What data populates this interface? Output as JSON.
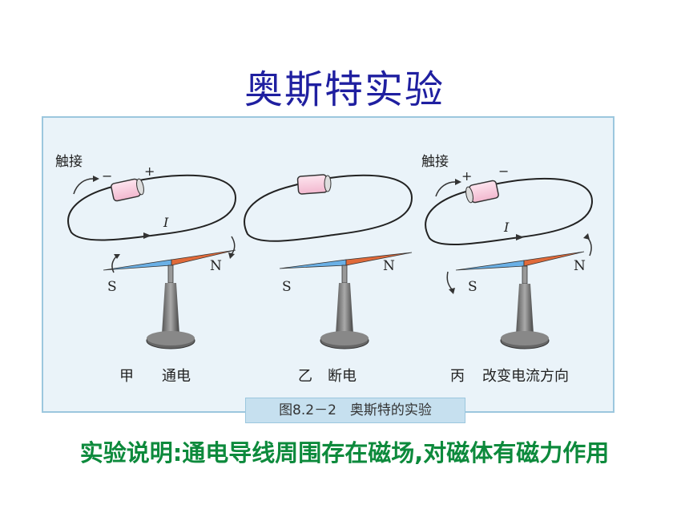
{
  "title": "奥斯特实验",
  "figure": {
    "panels": [
      {
        "top_label": "触接",
        "sign_left": "−",
        "sign_right": "+",
        "current": "I",
        "pole_s": "S",
        "pole_n": "N",
        "tag": "甲",
        "caption": "通电"
      },
      {
        "top_label": "",
        "sign_left": "",
        "sign_right": "",
        "current": "",
        "pole_s": "S",
        "pole_n": "N",
        "tag": "乙",
        "caption": "断电"
      },
      {
        "top_label": "触接",
        "sign_left": "+",
        "sign_right": "−",
        "current": "I",
        "pole_s": "S",
        "pole_n": "N",
        "tag": "丙",
        "caption": "改变电流方向"
      }
    ],
    "caption": "图8.2－2　奥斯特的实验"
  },
  "note": "实验说明:通电导线周围存在磁场,对磁体有磁力作用",
  "colors": {
    "title": "#1f1fa0",
    "note": "#0d8a3c",
    "needle_n": "#e06a3a",
    "needle_s": "#6ab0e6",
    "frame": "#eaf3f9"
  }
}
